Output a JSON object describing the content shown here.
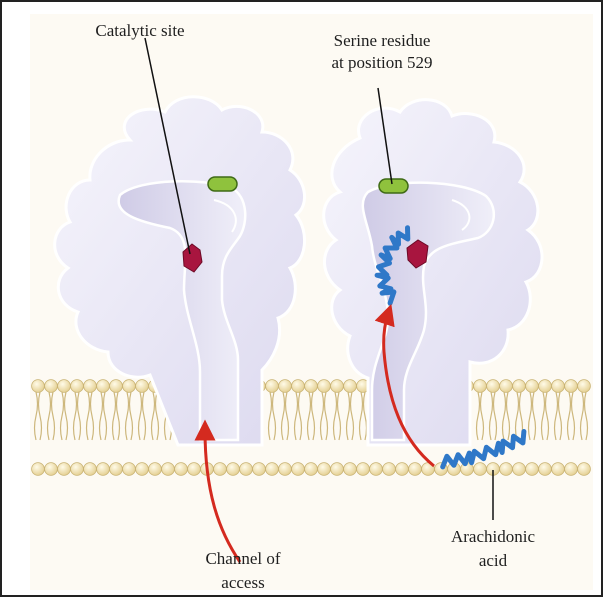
{
  "labels": {
    "catalytic_site": "Catalytic site",
    "serine_line1": "Serine residue",
    "serine_line2": "at position 529",
    "channel_line1": "Channel of",
    "channel_line2": "access",
    "arachidonic_line1": "Arachidonic",
    "arachidonic_line2": "acid"
  },
  "colors": {
    "background": "#fdfaf3",
    "membrane_head": "#f1dfa6",
    "membrane_tail": "#d2bd84",
    "enzyme_fill": "#e8e6f6",
    "enzyme_outline": "#ffffff",
    "catalytic_site": "#a8153f",
    "serine_residue": "#8fc23d",
    "arachidonic_acid": "#2f78c8",
    "arrow": "#d42a1f",
    "leader_line": "#111111"
  },
  "icons": {
    "enzyme": "cyclooxygenase-monomer-shape",
    "membrane": "lipid-bilayer",
    "fatty_acid": "arachidonic-acid-zigzag-chain"
  }
}
